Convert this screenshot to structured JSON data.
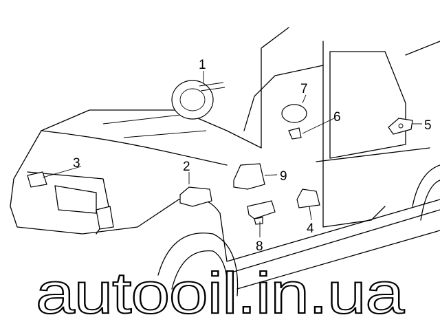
{
  "diagram": {
    "callouts": [
      "1",
      "2",
      "3",
      "4",
      "5",
      "6",
      "7",
      "8",
      "9"
    ],
    "watermark": "autooil.in.ua"
  }
}
